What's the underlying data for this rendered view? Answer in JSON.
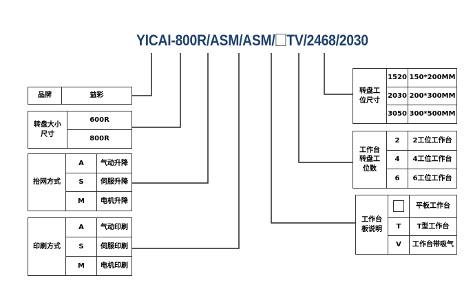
{
  "model_code": {
    "p1": "YICAI-800R/ASM/ASM/",
    "p2": "TV/2468/2030"
  },
  "brand": {
    "label": "品牌",
    "value": "益彩"
  },
  "turntable_size": {
    "label": "转盘大小尺寸",
    "options": [
      "600R",
      "800R"
    ]
  },
  "lift": {
    "label": "抬网方式",
    "rows": [
      {
        "code": "A",
        "desc": "气动升降"
      },
      {
        "code": "S",
        "desc": "伺服升降"
      },
      {
        "code": "M",
        "desc": "电机升降"
      }
    ]
  },
  "print_mode": {
    "label": "印刷方式",
    "rows": [
      {
        "code": "A",
        "desc": "气动印刷"
      },
      {
        "code": "S",
        "desc": "伺服印刷"
      },
      {
        "code": "M",
        "desc": "电机印刷"
      }
    ]
  },
  "station_size": {
    "label": "转盘工位尺寸",
    "rows": [
      {
        "code": "1520",
        "desc": "150*200MM"
      },
      {
        "code": "2030",
        "desc": "200*300MM"
      },
      {
        "code": "3050",
        "desc": "300*500MM"
      }
    ]
  },
  "station_count": {
    "label": "工作台转盘工位数",
    "rows": [
      {
        "code": "2",
        "desc": "2工位工作台"
      },
      {
        "code": "4",
        "desc": "4工位工作台"
      },
      {
        "code": "6",
        "desc": "6工位工作台"
      }
    ]
  },
  "table_desc": {
    "label": "工作台板说明",
    "rows": [
      {
        "code": "",
        "desc": "平板工作台"
      },
      {
        "code": "T",
        "desc": "T型工作台"
      },
      {
        "code": "V",
        "desc": "工作台带吸气"
      }
    ]
  }
}
